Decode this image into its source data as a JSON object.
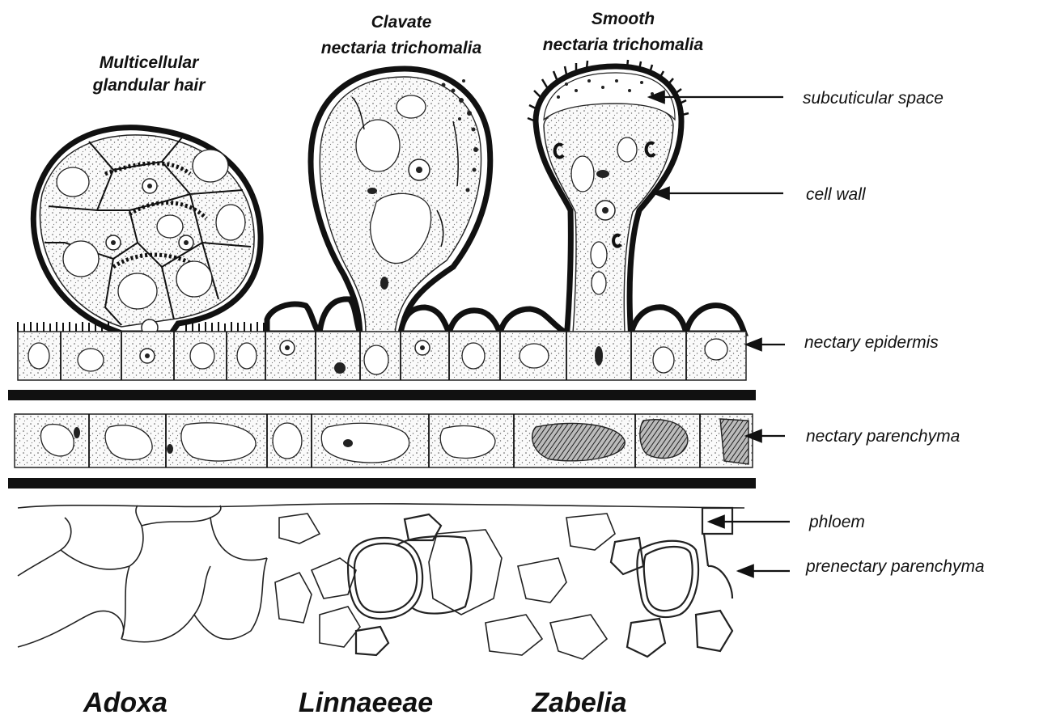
{
  "structures": {
    "multicellular": {
      "line1": "Multicellular",
      "line2": "glandular hair"
    },
    "clavate": {
      "line1": "Clavate",
      "line2": "nectaria trichomalia"
    },
    "smooth": {
      "line1": "Smooth",
      "line2": "nectaria trichomalia"
    }
  },
  "labels": {
    "subcuticular": "subcuticular space",
    "cell_wall": "cell wall",
    "epidermis": "nectary epidermis",
    "parenchyma": "nectary parenchyma",
    "phloem": "phloem",
    "prenectary": "prenectary parenchyma"
  },
  "taxa": {
    "adoxa": "Adoxa",
    "linnaeeae": "Linnaeeae",
    "zabelia": "Zabelia"
  }
}
